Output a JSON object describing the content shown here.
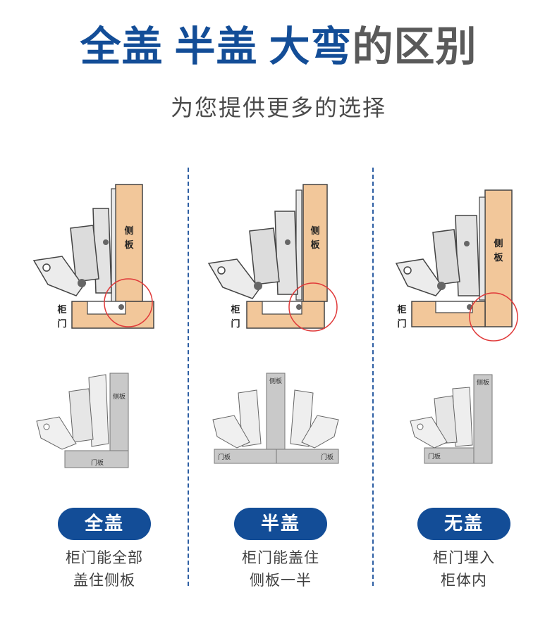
{
  "title": {
    "part1": "全盖",
    "part2": "半盖",
    "part3": "大弯",
    "part4": "的区别"
  },
  "subtitle": "为您提供更多的选择",
  "labels": {
    "side_panel_a": "侧",
    "side_panel_b": "板",
    "door_a": "柜",
    "door_b": "门",
    "side_panel_small": "侧板",
    "door_small": "门板"
  },
  "panels": [
    {
      "badge": "全盖",
      "desc_line1": "柜门能全部",
      "desc_line2": "盖住侧板"
    },
    {
      "badge": "半盖",
      "desc_line1": "柜门能盖住",
      "desc_line2": "侧板一半"
    },
    {
      "badge": "无盖",
      "desc_line1": "柜门埋入",
      "desc_line2": "柜体内"
    }
  ],
  "colors": {
    "brand_blue": "#134d97",
    "wood": "#f2c79a",
    "highlight_circle": "#e03a3a",
    "metal_gray": "#c9c9c9"
  }
}
